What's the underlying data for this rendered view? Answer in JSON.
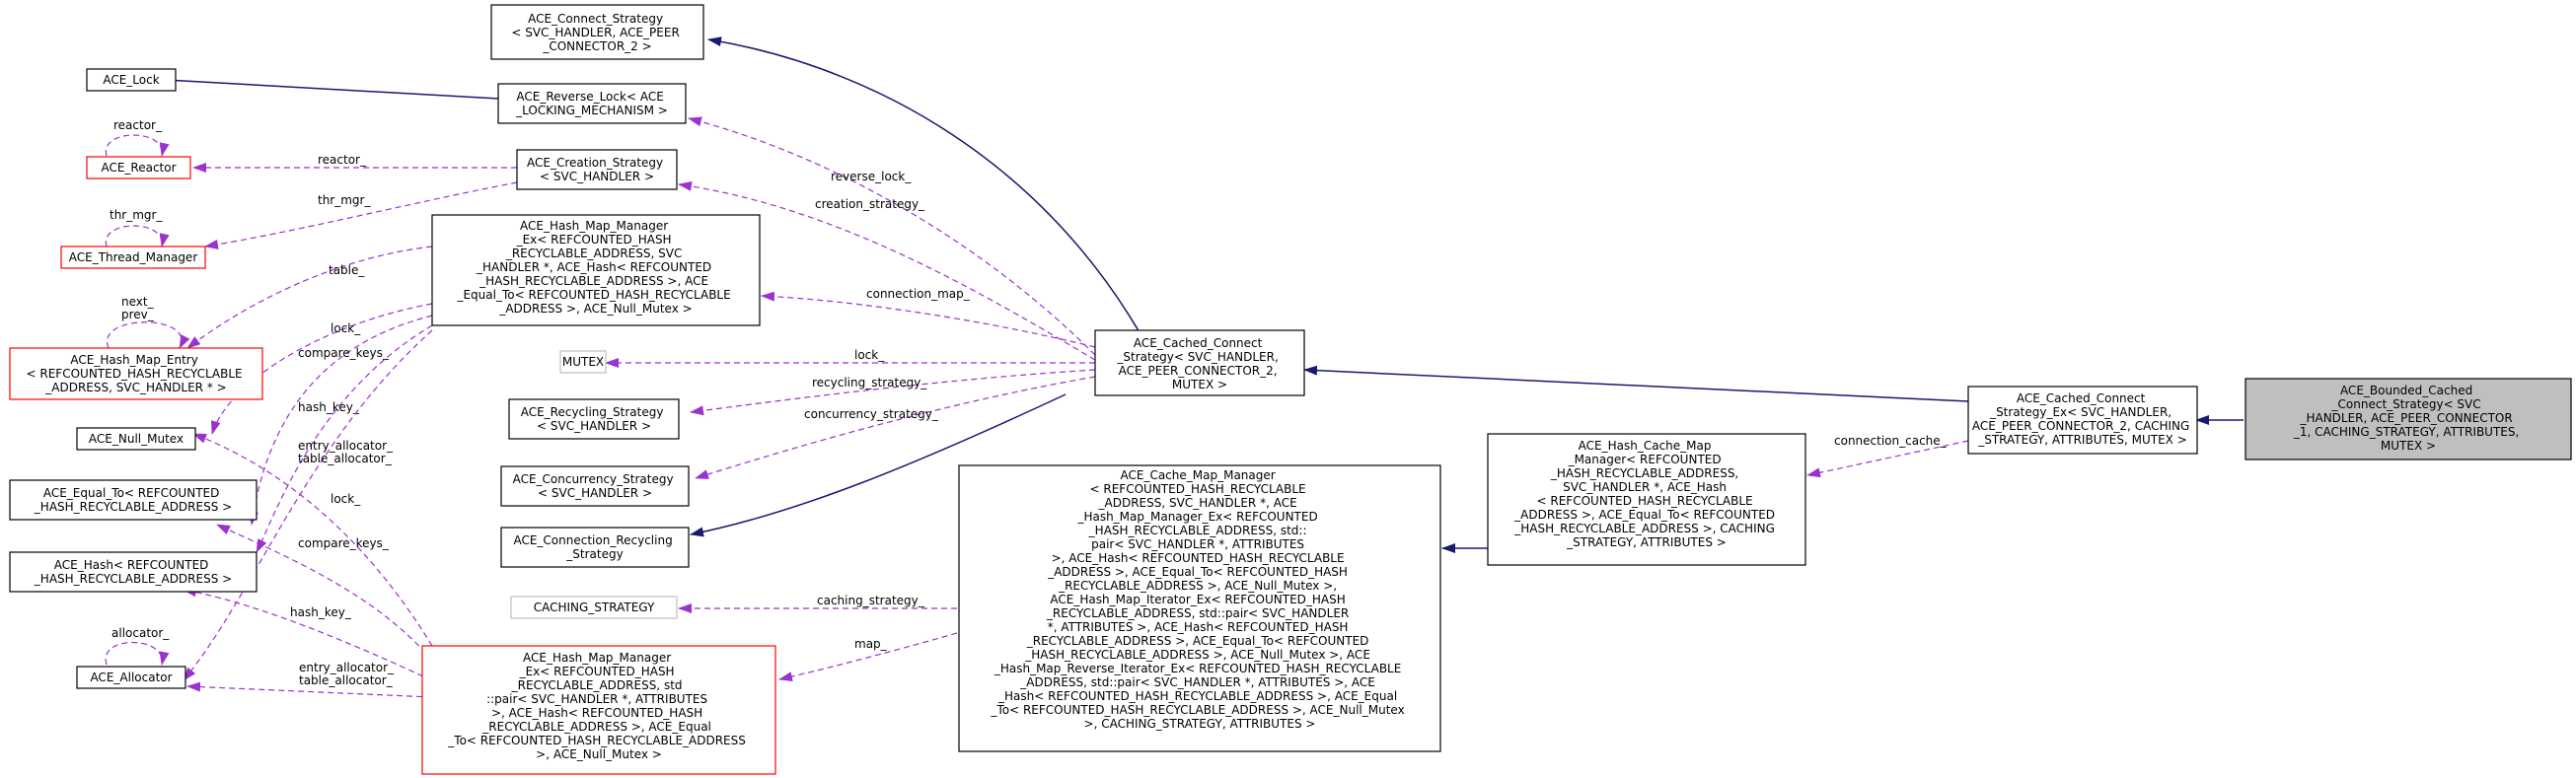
{
  "nodes": {
    "connect_strategy": [
      "ACE_Connect_Strategy",
      "< SVC_HANDLER, ACE_PEER",
      "_CONNECTOR_2 >"
    ],
    "reverse_lock": [
      "ACE_Reverse_Lock< ACE",
      "_LOCKING_MECHANISM >"
    ],
    "ace_lock": [
      "ACE_Lock"
    ],
    "ace_reactor": [
      "ACE_Reactor"
    ],
    "creation_strategy": [
      "ACE_Creation_Strategy",
      "< SVC_HANDLER >"
    ],
    "thread_manager": [
      "ACE_Thread_Manager"
    ],
    "hash_map_manager_ex": [
      "ACE_Hash_Map_Manager",
      "_Ex< REFCOUNTED_HASH",
      "_RECYCLABLE_ADDRESS, SVC",
      "_HANDLER *, ACE_Hash< REFCOUNTED",
      "_HASH_RECYCLABLE_ADDRESS >, ACE",
      "_Equal_To< REFCOUNTED_HASH_RECYCLABLE",
      "_ADDRESS >, ACE_Null_Mutex >"
    ],
    "hash_map_entry": [
      "ACE_Hash_Map_Entry",
      "< REFCOUNTED_HASH_RECYCLABLE",
      "_ADDRESS, SVC_HANDLER * >"
    ],
    "mutex": [
      "MUTEX"
    ],
    "null_mutex": [
      "ACE_Null_Mutex"
    ],
    "recycling_strategy": [
      "ACE_Recycling_Strategy",
      "< SVC_HANDLER >"
    ],
    "equal_to": [
      "ACE_Equal_To< REFCOUNTED",
      "_HASH_RECYCLABLE_ADDRESS >"
    ],
    "concurrency_strategy": [
      "ACE_Concurrency_Strategy",
      "< SVC_HANDLER >"
    ],
    "connection_recycling": [
      "ACE_Connection_Recycling",
      "_Strategy"
    ],
    "ace_hash": [
      "ACE_Hash< REFCOUNTED",
      "_HASH_RECYCLABLE_ADDRESS >"
    ],
    "caching_strategy": [
      "CACHING_STRATEGY"
    ],
    "ace_allocator": [
      "ACE_Allocator"
    ],
    "hash_map_manager": [
      "ACE_Hash_Map_Manager",
      "_Ex< REFCOUNTED_HASH",
      "_RECYCLABLE_ADDRESS, std",
      "::pair< SVC_HANDLER *, ATTRIBUTES",
      ">, ACE_Hash< REFCOUNTED_HASH",
      "_RECYCLABLE_ADDRESS >, ACE_Equal",
      "_To< REFCOUNTED_HASH_RECYCLABLE_ADDRESS",
      ">, ACE_Null_Mutex >"
    ],
    "cache_map_manager": [
      "ACE_Cache_Map_Manager",
      "< REFCOUNTED_HASH_RECYCLABLE",
      "_ADDRESS, SVC_HANDLER *, ACE",
      "_Hash_Map_Manager_Ex< REFCOUNTED",
      "_HASH_RECYCLABLE_ADDRESS, std::",
      "pair< SVC_HANDLER *, ATTRIBUTES",
      ">, ACE_Hash< REFCOUNTED_HASH_RECYCLABLE",
      "_ADDRESS >, ACE_Equal_To< REFCOUNTED_HASH",
      "_RECYCLABLE_ADDRESS >, ACE_Null_Mutex >,",
      "ACE_Hash_Map_Iterator_Ex< REFCOUNTED_HASH",
      "_RECYCLABLE_ADDRESS, std::pair< SVC_HANDLER",
      "*, ATTRIBUTES >, ACE_Hash< REFCOUNTED_HASH",
      "_RECYCLABLE_ADDRESS >, ACE_Equal_To< REFCOUNTED",
      "_HASH_RECYCLABLE_ADDRESS >, ACE_Null_Mutex >, ACE",
      "_Hash_Map_Reverse_Iterator_Ex< REFCOUNTED_HASH_RECYCLABLE",
      "_ADDRESS, std::pair< SVC_HANDLER *, ATTRIBUTES >, ACE",
      "_Hash< REFCOUNTED_HASH_RECYCLABLE_ADDRESS >, ACE_Equal",
      "_To< REFCOUNTED_HASH_RECYCLABLE_ADDRESS >, ACE_Null_Mutex",
      ">, CACHING_STRATEGY, ATTRIBUTES >"
    ],
    "cached_connect_strategy": [
      "ACE_Cached_Connect",
      "_Strategy< SVC_HANDLER,",
      "ACE_PEER_CONNECTOR_2,",
      "MUTEX >"
    ],
    "hash_cache_map": [
      "ACE_Hash_Cache_Map",
      "_Manager< REFCOUNTED",
      "_HASH_RECYCLABLE_ADDRESS,",
      "SVC_HANDLER *, ACE_Hash",
      "< REFCOUNTED_HASH_RECYCLABLE",
      "_ADDRESS >, ACE_Equal_To< REFCOUNTED",
      "_HASH_RECYCLABLE_ADDRESS >, CACHING",
      "_STRATEGY, ATTRIBUTES >"
    ],
    "cached_connect_strategy_ex": [
      "ACE_Cached_Connect",
      "_Strategy_Ex< SVC_HANDLER,",
      "ACE_PEER_CONNECTOR_2, CACHING",
      "_STRATEGY, ATTRIBUTES, MUTEX >"
    ],
    "bounded_cached": [
      "ACE_Bounded_Cached",
      "_Connect_Strategy< SVC",
      "_HANDLER, ACE_PEER_CONNECTOR",
      "_1, CACHING_STRATEGY, ATTRIBUTES,",
      "MUTEX >"
    ]
  },
  "edge_labels": {
    "reverse_lock": "reverse_lock_",
    "creation_strategy": "creation_strategy_",
    "connection_map": "connection_map_",
    "lock": "lock_",
    "recycling_strategy": "recycling_strategy_",
    "concurrency_strategy": "concurrency_strategy_",
    "connection_cache": "connection_cache_",
    "caching_strategy": "caching_strategy_",
    "map": "map_",
    "reactor_self": "reactor_",
    "reactor": "reactor_",
    "thr_mgr_self": "thr_mgr_",
    "thr_mgr": "thr_mgr_",
    "table": "table_",
    "next": "next_",
    "prev": "prev_",
    "lock_hmme": "lock_",
    "compare_keys_hmme": "compare_keys_",
    "hash_key_hmme": "hash_key_",
    "entry_allocator_hmme": "entry_allocator_",
    "table_allocator_hmme": "table_allocator_",
    "lock_hmm": "lock_",
    "compare_keys_hmm": "compare_keys_",
    "hash_key_hmm": "hash_key_",
    "entry_allocator_hmm": "entry_allocator_",
    "table_allocator_hmm": "table_allocator_",
    "allocator_self": "allocator_"
  }
}
